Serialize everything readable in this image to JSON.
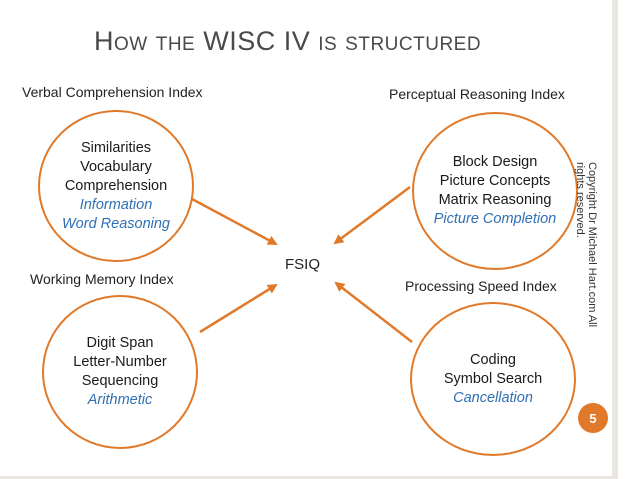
{
  "slide": {
    "title": "How the WISC IV is structured",
    "center_label": "FSIQ",
    "copyright": "Copyright Dr Michael Hart.com All rights reserved.",
    "page_number": "5",
    "accent_color": "#e07a2a",
    "italic_color": "#2f6fb4"
  },
  "indices": [
    {
      "name": "Verbal Comprehension Index",
      "subtests": [
        "Similarities",
        "Vocabulary",
        "Comprehension"
      ],
      "supplemental": [
        "Information",
        "Word Reasoning"
      ]
    },
    {
      "name": "Perceptual Reasoning Index",
      "subtests": [
        "Block Design",
        "Picture Concepts",
        "Matrix Reasoning"
      ],
      "supplemental": [
        "Picture Completion"
      ]
    },
    {
      "name": "Working Memory Index",
      "subtests": [
        "Digit Span",
        "Letter-Number",
        "Sequencing"
      ],
      "supplemental": [
        "Arithmetic"
      ]
    },
    {
      "name": "Processing Speed Index",
      "subtests": [
        "Coding",
        "Symbol Search"
      ],
      "supplemental": [
        "Cancellation"
      ]
    }
  ]
}
